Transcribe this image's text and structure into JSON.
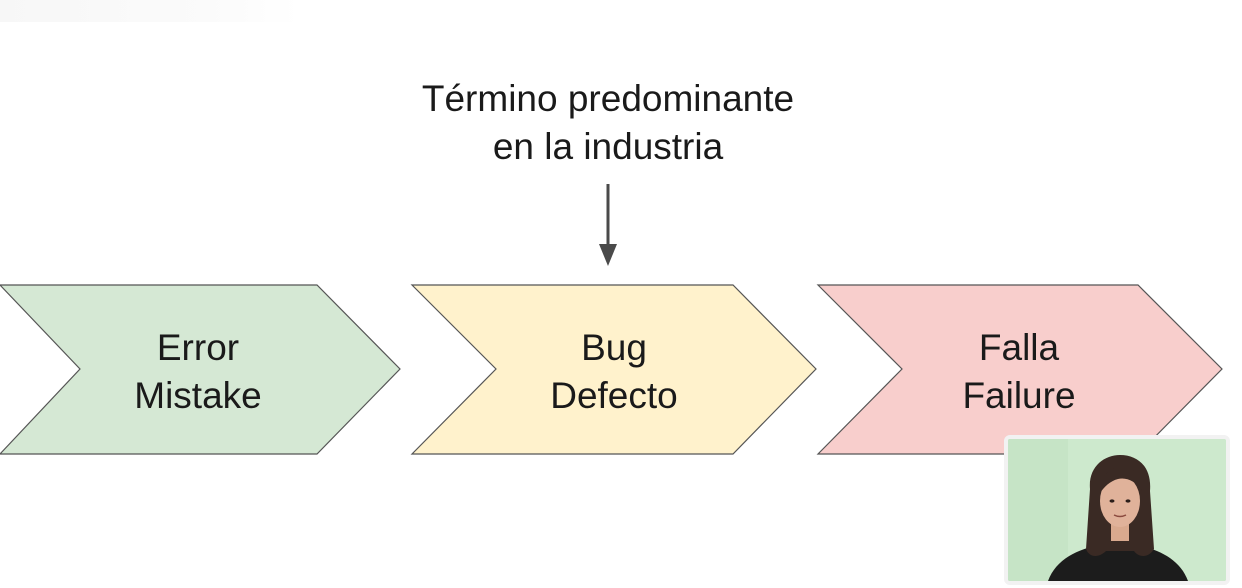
{
  "annotation": {
    "line1": "Término predominante",
    "line2": "en la industria"
  },
  "chevrons": [
    {
      "line1": "Error",
      "line2": "Mistake",
      "color": "#d5e8d4"
    },
    {
      "line1": "Bug",
      "line2": "Defecto",
      "color": "#fff2cc"
    },
    {
      "line1": "Falla",
      "line2": "Failure",
      "color": "#f8cecc"
    }
  ],
  "colors": {
    "outline": "#555555",
    "arrow": "#4a4a4a"
  },
  "webcam": {
    "icon": "presenter-video"
  }
}
